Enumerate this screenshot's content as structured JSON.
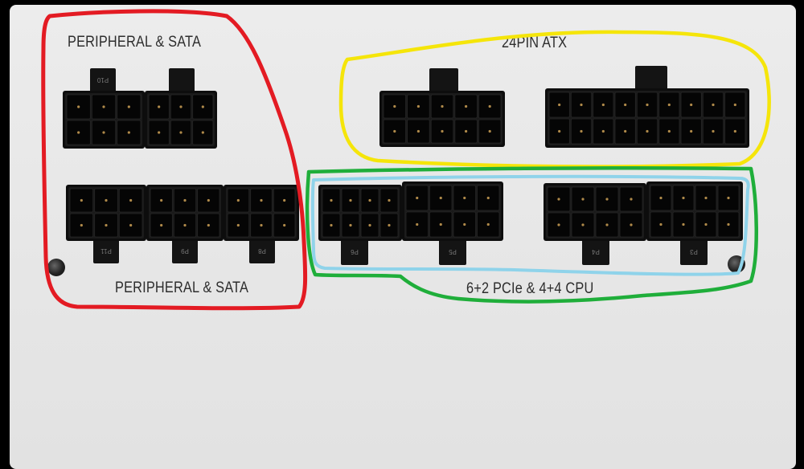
{
  "labels": {
    "top_left": "PERIPHERAL & SATA",
    "bottom_left": "PERIPHERAL & SATA",
    "top_right": "24PIN ATX",
    "bottom_right": "6+2 PCIe & 4+4 CPU"
  },
  "port_labels": {
    "p10": "P10",
    "p11": "P11",
    "p9": "P9",
    "p8": "P8",
    "p6": "P6",
    "p5": "P5",
    "p4": "P4",
    "p3": "P3"
  },
  "annotation_colors": {
    "peripheral_sata": "#e31b23",
    "atx_24pin": "#f5e50a",
    "pcie_cpu": "#1fae3a",
    "pcie_inner": "#8fd3ea"
  },
  "panel_color": "#e8e8e8"
}
